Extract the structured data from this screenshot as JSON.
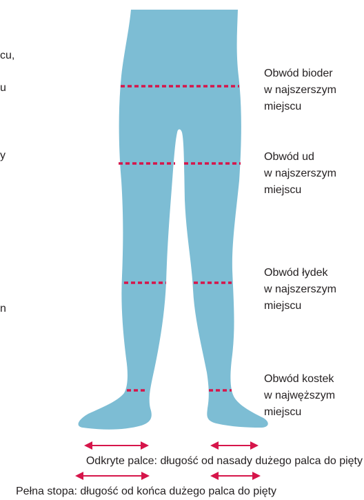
{
  "edge_fragments": [
    "cu,",
    "u",
    "y",
    "n"
  ],
  "labels": [
    {
      "line1": "Obwód bioder",
      "line2": "w najszerszym",
      "line3": "miejscu"
    },
    {
      "line1": "Obwód ud",
      "line2": "w najszerszym",
      "line3": "miejscu"
    },
    {
      "line1": "Obwód łydek",
      "line2": "w najszerszym",
      "line3": "miejscu"
    },
    {
      "line1": "Obwód kostek",
      "line2": "w najwęższym",
      "line3": "miejscu"
    }
  ],
  "captions": {
    "open_toes": "Odkryte palce: długość od nasady dużego palca do pięty",
    "full_foot": "Pełna stopa: długość od końca dużego palca do pięty"
  },
  "colors": {
    "body": "#7dbdd4",
    "measure_line": "#d6154a",
    "arrow": "#d6154a",
    "text": "#231f20"
  }
}
